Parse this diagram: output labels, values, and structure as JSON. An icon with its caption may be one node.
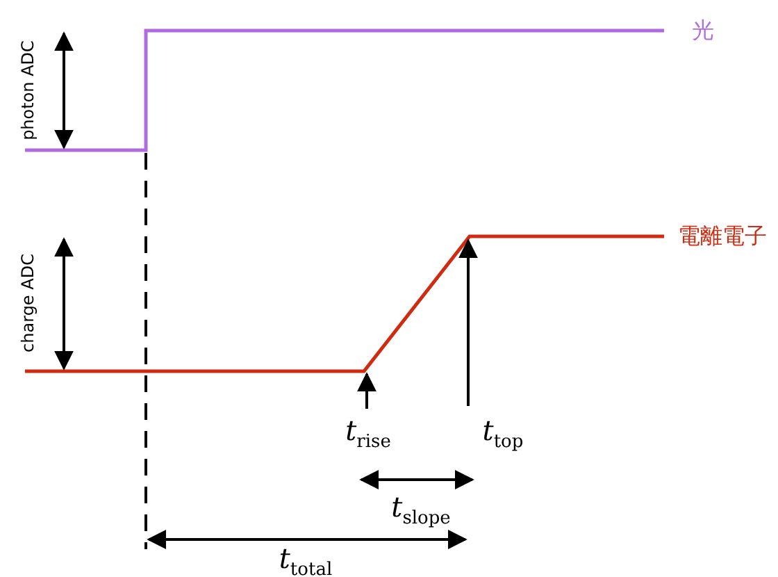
{
  "diagram": {
    "labels": [
      "photon ADC",
      "charge ADC",
      "光",
      "電離電子",
      "*t*$_{rise}$",
      "*t*$_{top}$",
      "*t*$_{slope}$",
      "*t*$_{total}$"
    ]
  }
}
